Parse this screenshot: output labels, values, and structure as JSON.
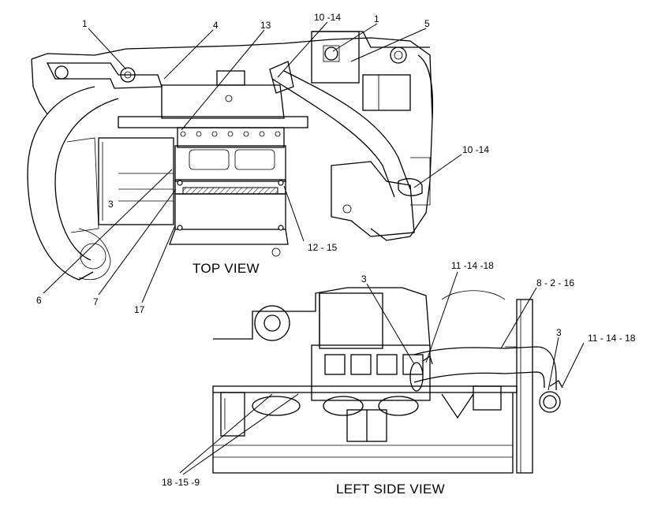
{
  "views": {
    "top": "TOP VIEW",
    "left_side": "LEFT SIDE VIEW"
  },
  "callouts": {
    "c1_left": "1",
    "c4": "4",
    "c13": "13",
    "c10_14_top": "10 -14",
    "c1_right": "1",
    "c5": "5",
    "c10_14_right": "10 -14",
    "c3_top": "3",
    "c12_15": "12 - 15",
    "c6": "6",
    "c7": "7",
    "c17": "17",
    "c3_side": "3",
    "c11_14_18_mid": "11 -14 -18",
    "c8_2_16": "8 - 2 - 16",
    "c3_side_right": "3",
    "c11_14_18_right": "11 - 14 - 18",
    "c18_15_9": "18 -15 -9"
  }
}
